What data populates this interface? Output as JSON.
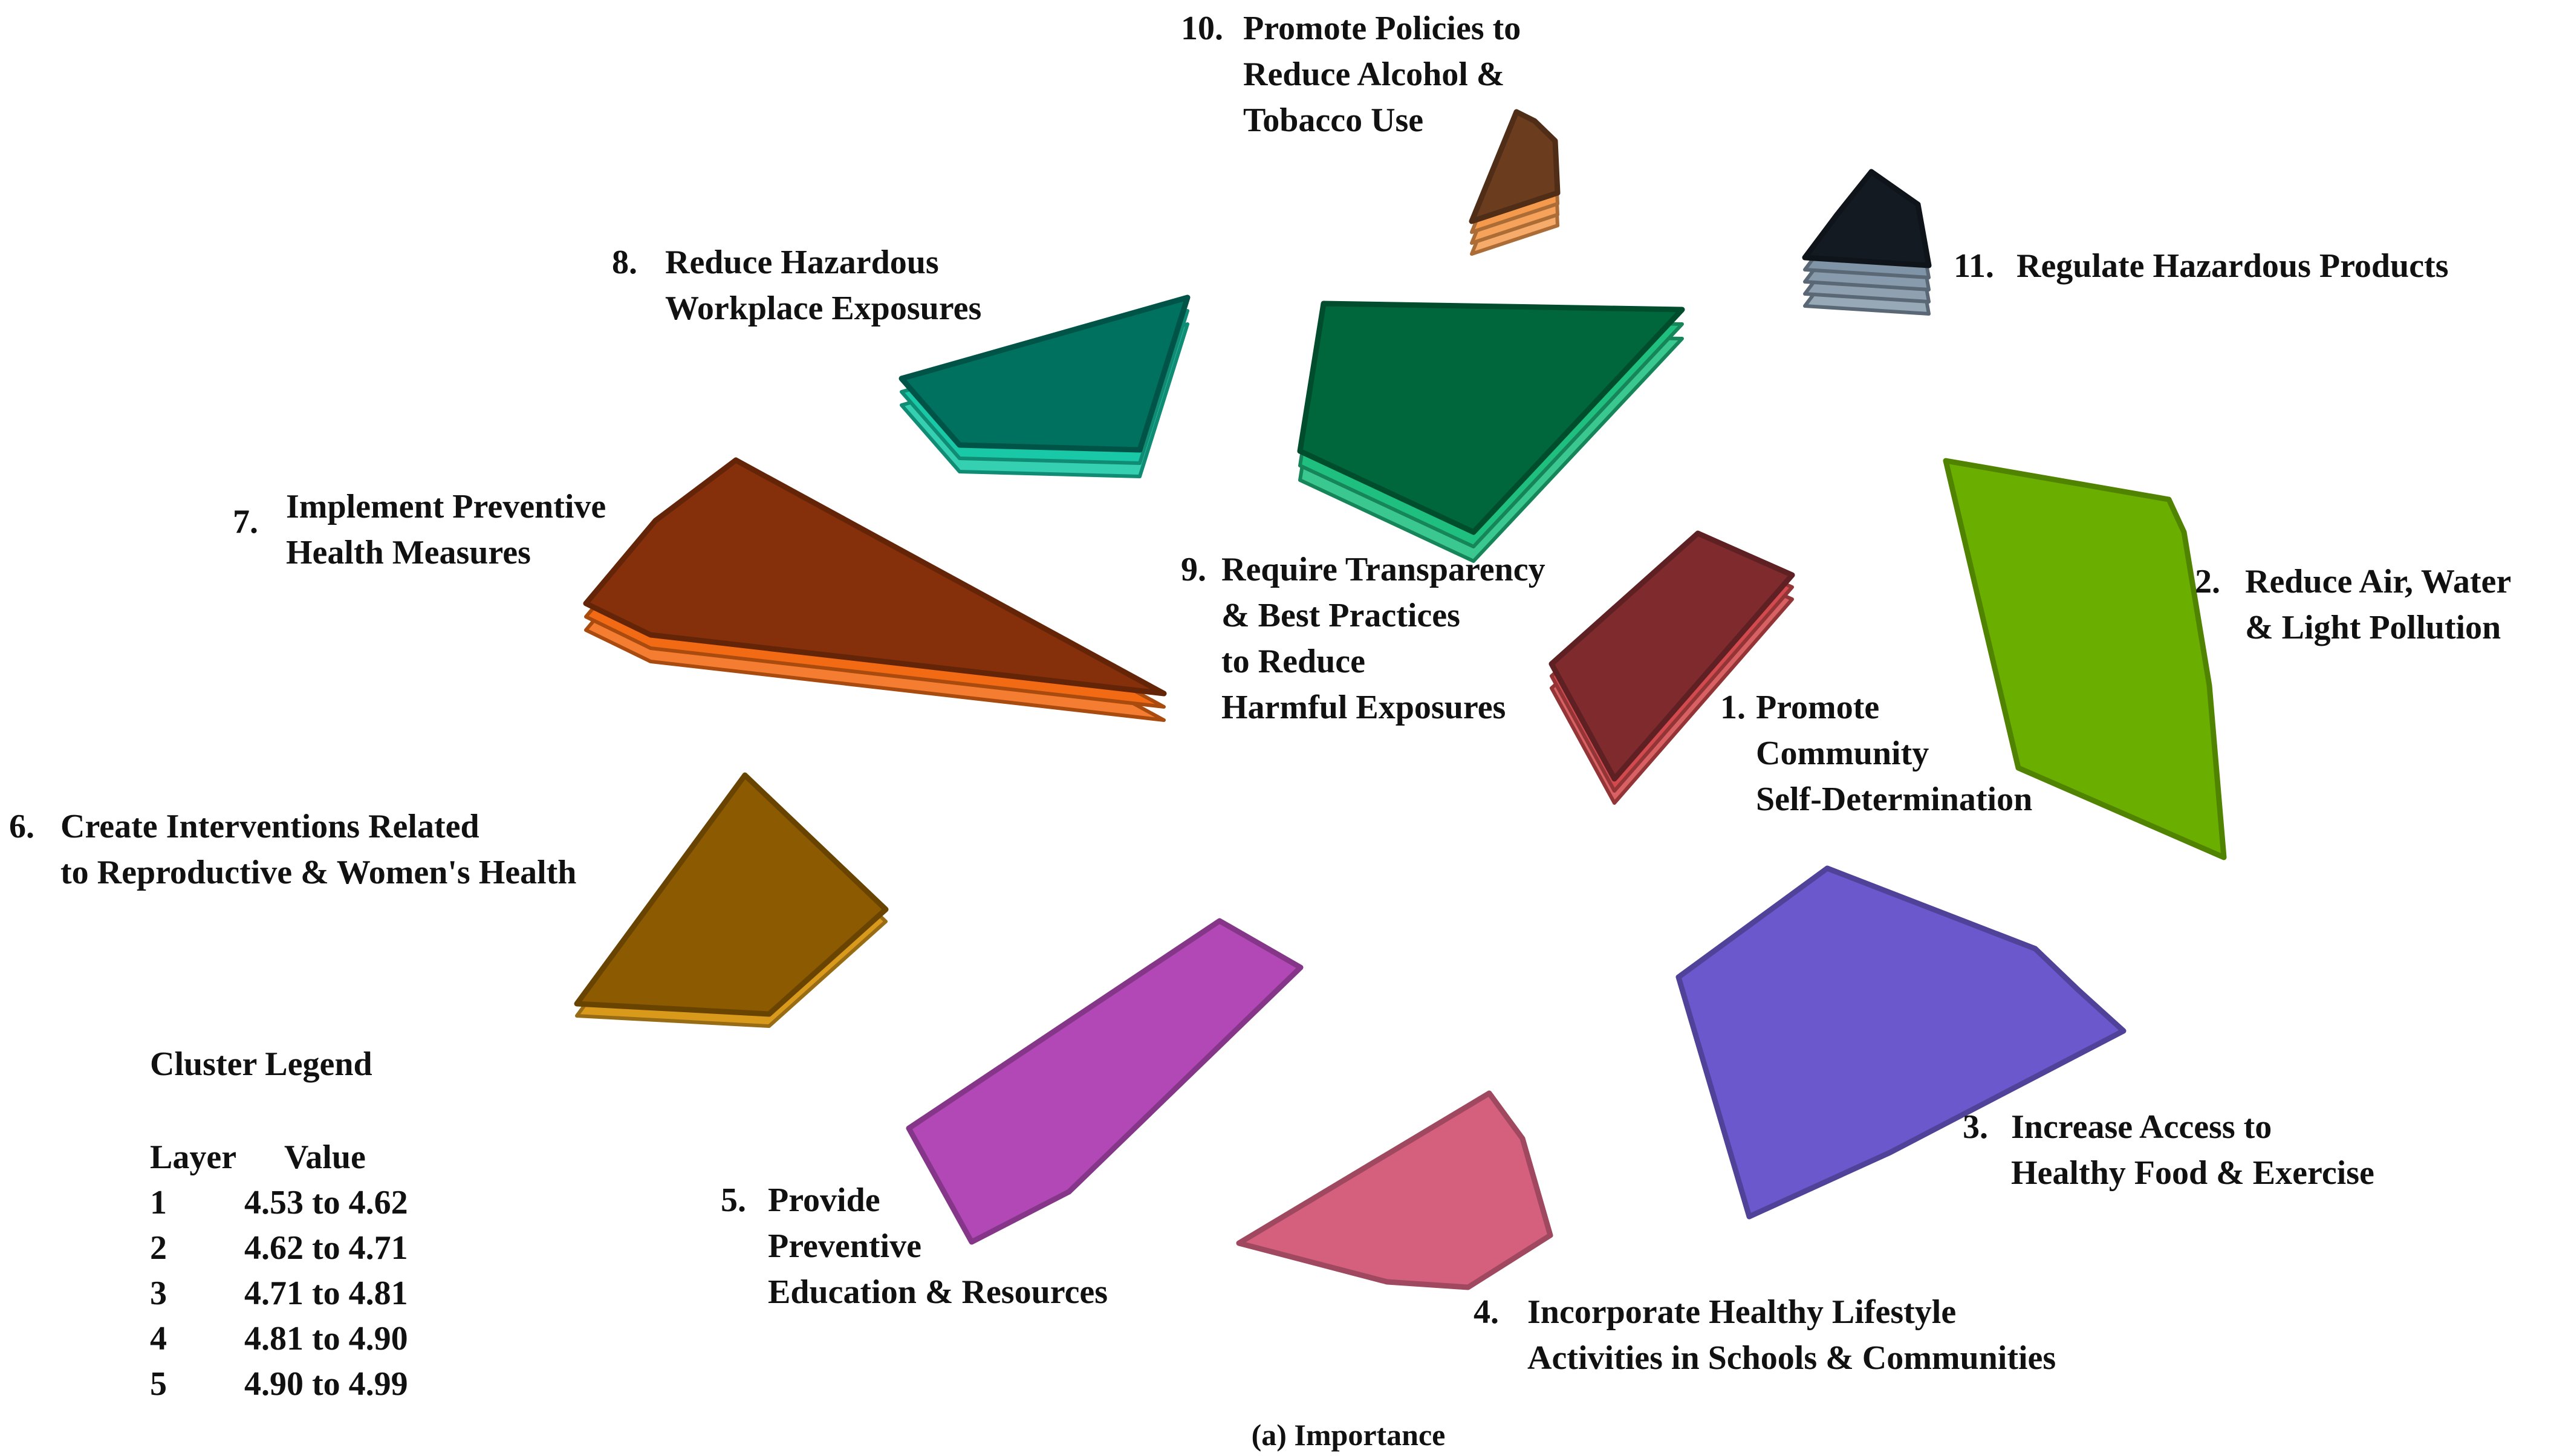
{
  "caption": "(a) Importance",
  "clusters": [
    {
      "id": 1,
      "number": "1.",
      "lines": [
        "Promote",
        "Community",
        "Self-Determination"
      ],
      "layers": 3,
      "color": "#7f2b2e",
      "edge": "#d24a4e"
    },
    {
      "id": 2,
      "number": "2.",
      "lines": [
        "Reduce Air, Water",
        "& Light Pollution"
      ],
      "layers": 1,
      "color": "#6aaf00",
      "edge": "#4e8a00"
    },
    {
      "id": 3,
      "number": "3.",
      "lines": [
        "Increase Access to",
        "Healthy Food & Exercise"
      ],
      "layers": 1,
      "color": "#6a58cc",
      "edge": "#4a3c9e"
    },
    {
      "id": 4,
      "number": "4.",
      "lines": [
        "Incorporate Healthy Lifestyle",
        "Activities in Schools & Communities"
      ],
      "layers": 1,
      "color": "#d5607e",
      "edge": "#a94663"
    },
    {
      "id": 5,
      "number": "5.",
      "lines": [
        "Provide",
        "Preventive",
        "Education & Resources"
      ],
      "layers": 1,
      "color": "#b148b6",
      "edge": "#8a3390"
    },
    {
      "id": 6,
      "number": "6.",
      "lines": [
        "Create Interventions Related",
        "to Reproductive & Women's Health"
      ],
      "layers": 2,
      "color": "#8c5a00",
      "edge": "#d99a1c"
    },
    {
      "id": 7,
      "number": "7.",
      "lines": [
        "Implement Preventive",
        "Health Measures"
      ],
      "layers": 3,
      "color": "#85300a",
      "edge": "#f26a14"
    },
    {
      "id": 8,
      "number": "8.",
      "lines": [
        "Reduce Hazardous",
        "Workplace Exposures"
      ],
      "layers": 3,
      "color": "#00705f",
      "edge": "#18c8a6"
    },
    {
      "id": 9,
      "number": "9.",
      "lines": [
        "Require Transparency",
        "& Best Practices",
        "to Reduce",
        "Harmful Exposures"
      ],
      "layers": 3,
      "color": "#00673c",
      "edge": "#1fbf80"
    },
    {
      "id": 10,
      "number": "10.",
      "lines": [
        "Promote Policies to",
        "Reduce Alcohol &",
        "Tobacco Use"
      ],
      "layers": 4,
      "color": "#6b3c1d",
      "edge": "#f59a4c"
    },
    {
      "id": 11,
      "number": "11.",
      "lines": [
        "Regulate Hazardous Products"
      ],
      "layers": 5,
      "color": "#141a22",
      "edge": "#7f94a6"
    }
  ],
  "legend": {
    "title": "Cluster Legend",
    "header_layer": "Layer",
    "header_value": "Value",
    "rows": [
      {
        "layer": "1",
        "value": "4.53 to 4.62"
      },
      {
        "layer": "2",
        "value": "4.62 to 4.71"
      },
      {
        "layer": "3",
        "value": "4.71 to 4.81"
      },
      {
        "layer": "4",
        "value": "4.81 to 4.90"
      },
      {
        "layer": "5",
        "value": "4.90 to 4.99"
      }
    ]
  }
}
